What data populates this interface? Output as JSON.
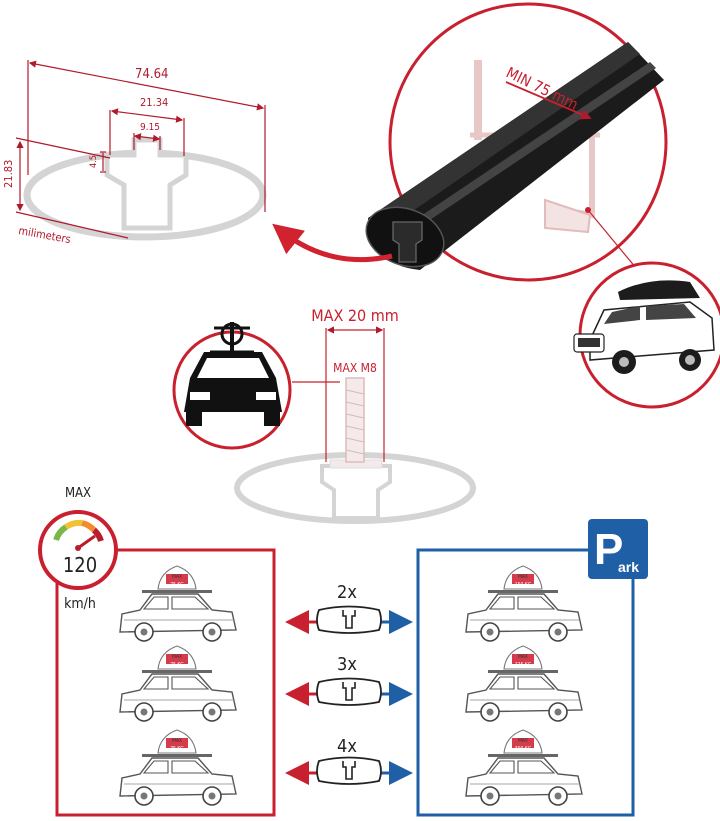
{
  "profile": {
    "width_label": "74.64",
    "channel_label": "21.34",
    "slot_label": "9.15",
    "lip_label": "4.5",
    "height_label": "21.83",
    "unit_label": "milimeters"
  },
  "callout": {
    "min_label": "MIN 75 mm"
  },
  "bolt": {
    "max_len_label": "MAX 20 mm",
    "thread_label": "MAX M8"
  },
  "speed": {
    "max_label": "MAX",
    "value": "120",
    "unit": "km/h"
  },
  "park_badge": {
    "letter": "P",
    "text": "ark"
  },
  "rows": [
    {
      "multiplier": "2x",
      "drive_load": "75 KG",
      "park_load": "150 KG"
    },
    {
      "multiplier": "3x",
      "drive_load": "75 KG",
      "park_load": "225 KG"
    },
    {
      "multiplier": "4x",
      "drive_load": "75 KG",
      "park_load": "300 KG"
    }
  ],
  "box_label": "MAX",
  "colors": {
    "red": "#c8202e",
    "blue": "#1f5fa5",
    "dim": "#b01a2a",
    "grey": "#cfcfcf"
  }
}
